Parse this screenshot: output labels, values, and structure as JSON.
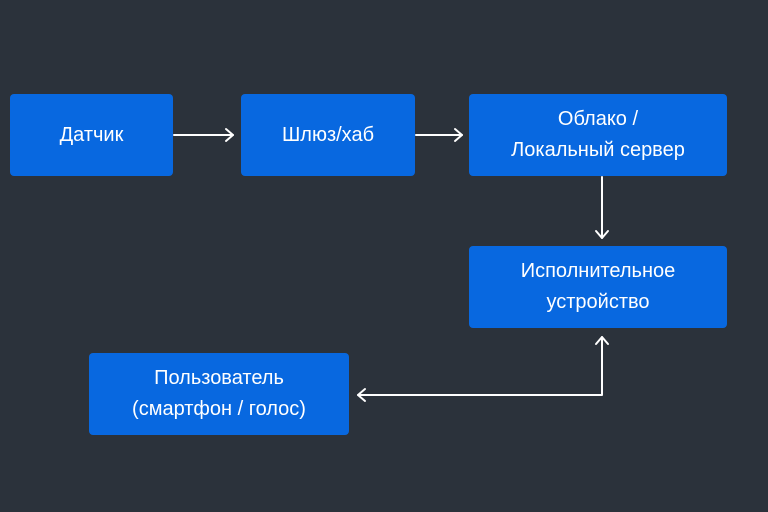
{
  "diagram": {
    "nodes": [
      {
        "id": "sensor",
        "label": "Датчик"
      },
      {
        "id": "gateway",
        "label": "Шлюз/хаб"
      },
      {
        "id": "cloud",
        "label": "Облако /\nЛокальный сервер"
      },
      {
        "id": "actuator",
        "label": "Исполнительное\nустройство"
      },
      {
        "id": "user",
        "label": "Пользователь\n(смартфон / голос)"
      }
    ],
    "edges": [
      {
        "from": "sensor",
        "to": "gateway",
        "direction": "forward"
      },
      {
        "from": "gateway",
        "to": "cloud",
        "direction": "forward"
      },
      {
        "from": "cloud",
        "to": "actuator",
        "direction": "forward"
      },
      {
        "from": "actuator",
        "to": "user",
        "direction": "both"
      }
    ],
    "colors": {
      "background": "#2b323b",
      "node_fill": "#0868e0",
      "text": "#ffffff",
      "edge": "#ffffff"
    }
  }
}
